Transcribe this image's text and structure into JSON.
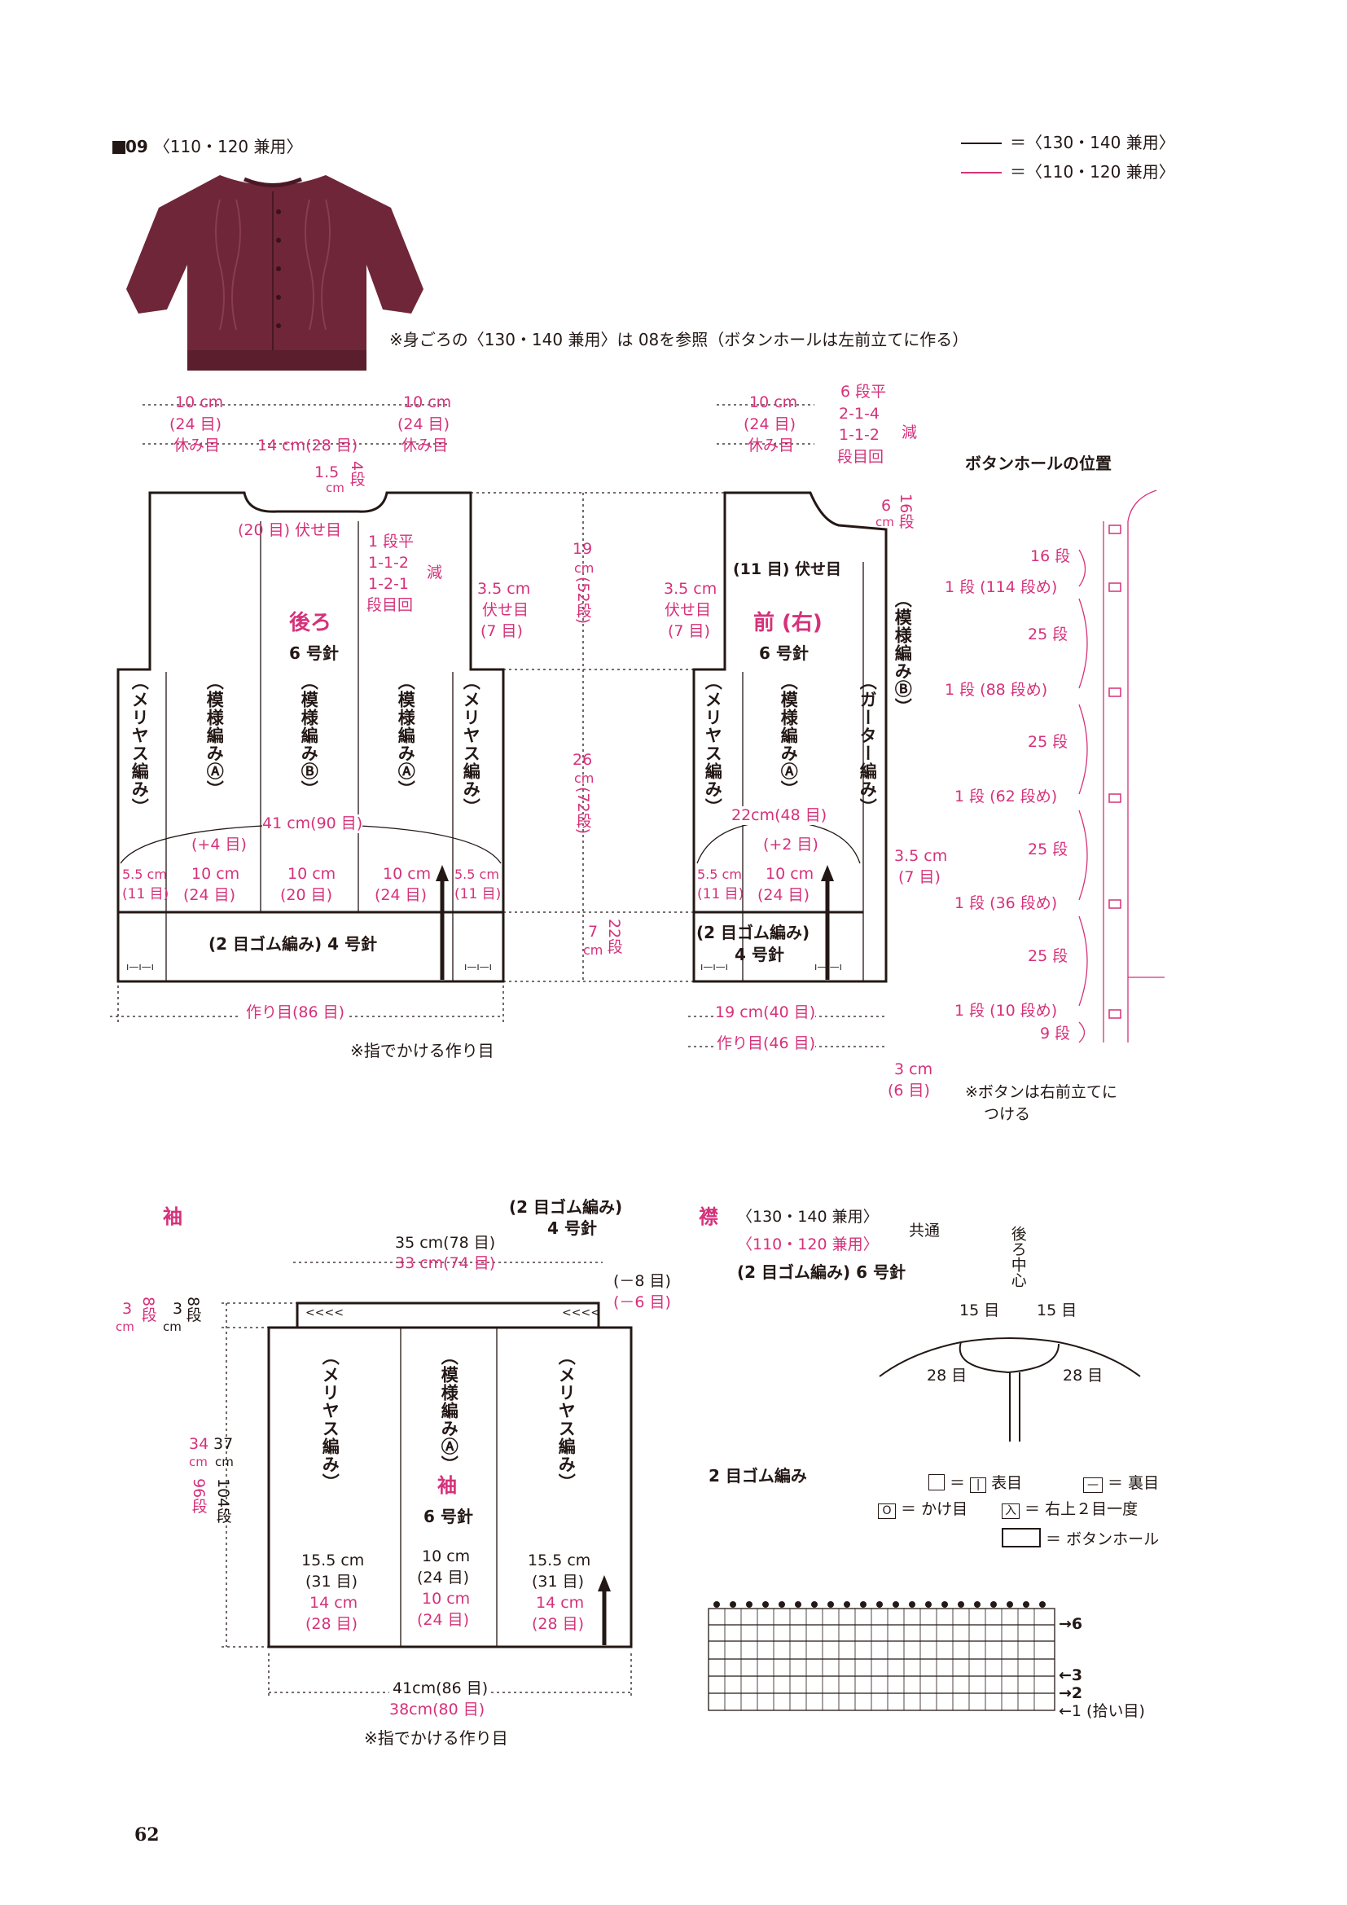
{
  "header": {
    "pattern_number": "09",
    "size_range": "〈110・120 兼用〉",
    "legend_black": "＝〈130・140 兼用〉",
    "legend_pink": "＝〈110・120 兼用〉",
    "note_body": "※身ごろの〈130・140 兼用〉は 08を参照（ボタンホールは左前立てに作る）"
  },
  "back": {
    "title": "後ろ",
    "needle": "6 号針",
    "shoulder_left_cm": "10 cm",
    "shoulder_left_st": "(24 目)",
    "shoulder_left_note": "休み目",
    "neck_width": "14 cm(28 目)",
    "shoulder_right_cm": "10 cm",
    "shoulder_right_st": "(24 目)",
    "shoulder_right_note": "休み目",
    "neck_depth_cm": "1.5",
    "neck_depth_cm_unit": "cm",
    "neck_depth_rows": "4段",
    "bind_off": "(20 目) 伏せ目",
    "dec_1": "1 段平",
    "dec_2": "1-1-2",
    "dec_3": "1-2-1",
    "dec_4": "段目回",
    "dec_label": "減",
    "armhole_cm": "3.5 cm",
    "armhole_note": "伏せ目",
    "armhole_st": "(7 目)",
    "col_1": "（メリヤス編み）",
    "col_2": "（模様編みⒶ）",
    "col_3": "（模様編みⒷ）",
    "col_4": "（模様編みⒶ）",
    "col_5": "（メリヤス編み）",
    "width_total": "41 cm(90 目)",
    "increase": "(+4 目)",
    "seg_1_cm": "5.5 cm",
    "seg_1_st": "(11 目)",
    "seg_2_cm": "10 cm",
    "seg_2_st": "(24 目)",
    "seg_3_cm": "10 cm",
    "seg_3_st": "(20 目)",
    "seg_4_cm": "10 cm",
    "seg_4_st": "(24 目)",
    "seg_5_cm": "5.5 cm",
    "seg_5_st": "(11 目)",
    "ribbing": "(2 目ゴム編み) 4 号針",
    "cast_on": "作り目(86 目)",
    "cast_on_note": "※指でかける作り目",
    "rib_mark": "ı—ı—ı"
  },
  "height_labels": {
    "h1_cm": "19",
    "h1_unit": "cm",
    "h1_rows": "(52段)",
    "h2_cm": "26",
    "h2_unit": "cm",
    "h2_rows": "(72段)",
    "h3_cm": "7",
    "h3_unit": "cm",
    "h3_rows": "22段"
  },
  "front": {
    "title": "前 (右)",
    "needle": "6 号針",
    "shoulder_cm": "10 cm",
    "shoulder_st": "(24 目)",
    "shoulder_note": "休み目",
    "dec_1": "6 段平",
    "dec_2": "2-1-4",
    "dec_3": "1-1-2",
    "dec_4": "段目回",
    "dec_label": "減",
    "neck_cm": "6",
    "neck_unit": "cm",
    "neck_rows": "16段",
    "bind_off": "(11 目) 伏せ目",
    "armhole_cm": "3.5 cm",
    "armhole_note": "伏せ目",
    "armhole_st": "(7 目)",
    "col_1": "（メリヤス編み）",
    "col_2": "（模様編みⒶ）",
    "col_3": "（ガーター編み）",
    "col_4": "（模様編みⒷ）",
    "width": "22cm(48 目)",
    "increase": "(+2 目)",
    "seg_1_cm": "5.5 cm",
    "seg_1_st": "(11 目)",
    "seg_2_cm": "10 cm",
    "seg_2_st": "(24 目)",
    "band_cm": "3.5 cm",
    "band_st": "(7 目)",
    "ribbing_1": "(2 目ゴム編み)",
    "ribbing_2": "4 号針",
    "bottom_width": "19 cm(40 目)",
    "cast_on": "作り目(46 目)",
    "placket_cm": "3 cm",
    "placket_st": "(6 目)",
    "rib_mark": "ı—ı—ı"
  },
  "buttonhole": {
    "title": "ボタンホールの位置",
    "r1": "16 段",
    "r2": "1 段 (114 段め)",
    "r3": "25 段",
    "r4": "1 段 (88 段め)",
    "r5": "25 段",
    "r6": "1 段 (62 段め)",
    "r7": "25 段",
    "r8": "1 段 (36 段め)",
    "r9": "25 段",
    "r10": "1 段 (10 段め)",
    "r11": "9 段",
    "note_1": "※ボタンは右前立てに",
    "note_2": "つける"
  },
  "sleeve": {
    "title": "袖",
    "rib_title_1": "(2 目ゴム編み)",
    "rib_title_2": "4 号針",
    "top_width_black": "35 cm(78 目)",
    "top_width_pink": "33 cm(74 目)",
    "top_dec_black": "(－8 目)",
    "top_dec_pink": "(－6 目)",
    "cuff_pink_cm": "3",
    "cuff_pink_unit": "cm",
    "cuff_pink_rows": "8段",
    "cuff_black_cm": "3",
    "cuff_black_unit": "cm",
    "cuff_black_rows": "8段",
    "len_pink_cm": "34",
    "len_pink_unit": "cm",
    "len_pink_rows": "96段",
    "len_black_cm": "37",
    "len_black_unit": "cm",
    "len_black_rows": "104段",
    "col_1": "（メリヤス編み）",
    "col_2": "（模様編みⒶ）",
    "col_3": "（メリヤス編み）",
    "name": "袖",
    "needle": "6 号針",
    "s1_black_cm": "15.5 cm",
    "s1_black_st": "(31 目)",
    "s1_pink_cm": "14 cm",
    "s1_pink_st": "(28 目)",
    "s2_black_cm": "10 cm",
    "s2_black_st": "(24 目)",
    "s2_pink_cm": "10 cm",
    "s2_pink_st": "(24 目)",
    "s3_black_cm": "15.5 cm",
    "s3_black_st": "(31 目)",
    "s3_pink_cm": "14 cm",
    "s3_pink_st": "(28 目)",
    "bottom_black": "41cm(86 目)",
    "bottom_pink": "38cm(80 目)",
    "cast_on_note": "※指でかける作り目",
    "dec_mark": "<<<<"
  },
  "collar": {
    "title": "襟",
    "size_1": "〈130・140 兼用〉",
    "size_2": "〈110・120 兼用〉",
    "common": "共通",
    "ribbing": "(2 目ゴム編み) 6 号針",
    "center_label": "後ろ中心",
    "left_top": "15 目",
    "right_top": "15 目",
    "left_side": "28 目",
    "right_side": "28 目"
  },
  "chart": {
    "title": "2 目ゴム編み",
    "k1": "＝",
    "k1_sym": "|",
    "k1_label": "表目",
    "k2_sym": "—",
    "k2_label": "＝ 裏目",
    "k3_sym": "O",
    "k3_label": "＝ かけ目",
    "k4_sym": "入",
    "k4_label": "＝ 右上２目一度",
    "k5_label": "＝ ボタンホール",
    "row6": "→6",
    "row3": "←3",
    "row2": "→2",
    "row1": "←1 (拾い目)"
  },
  "footer": {
    "page_number": "62"
  }
}
